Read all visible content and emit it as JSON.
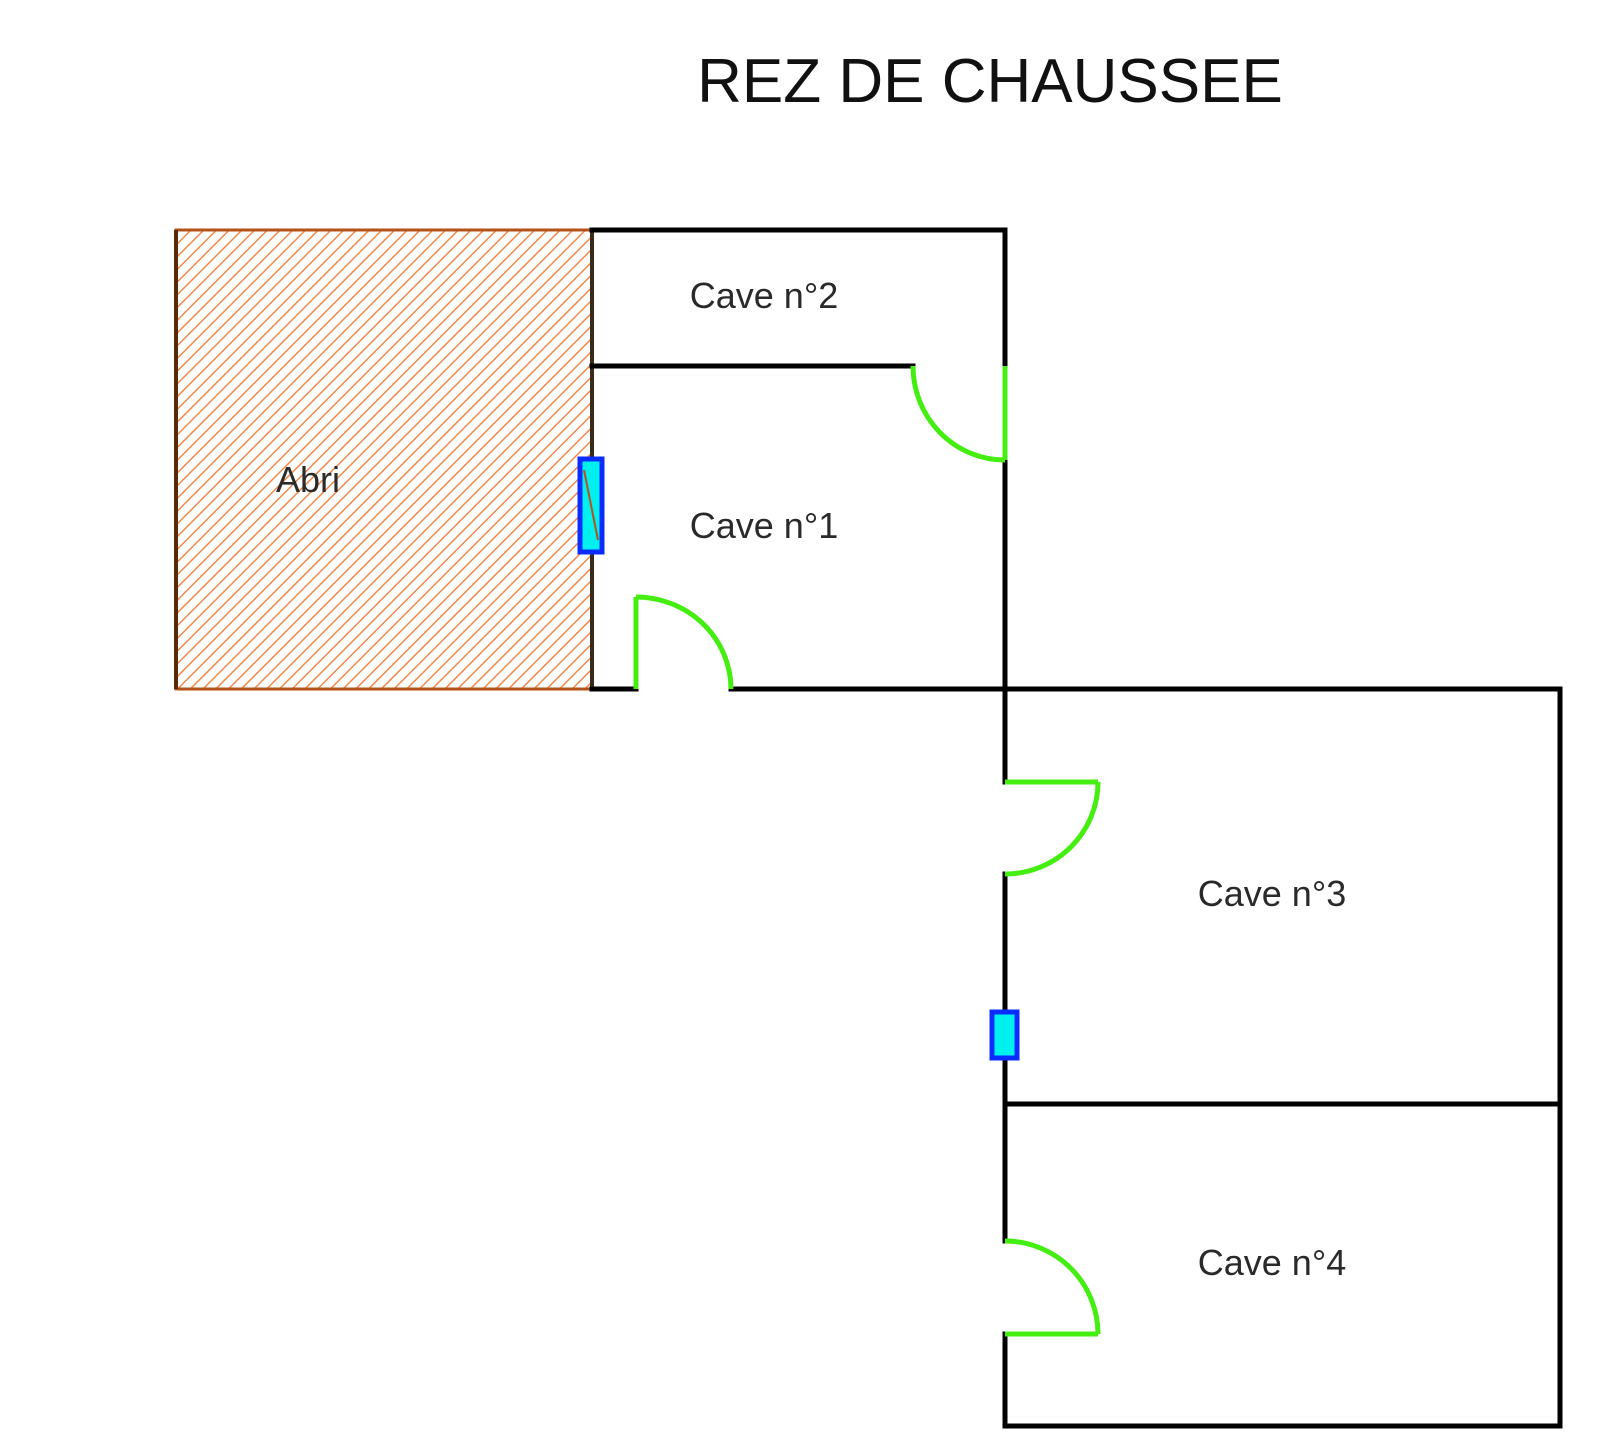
{
  "title": "REZ DE CHAUSSEE",
  "rooms": {
    "abri": "Abri",
    "cave2": "Cave n°2",
    "cave1": "Cave n°1",
    "cave3": "Cave n°3",
    "cave4": "Cave n°4"
  },
  "colors": {
    "wall": "#000000",
    "door": "#44ee11",
    "window_fill": "#00f0f0",
    "window_stroke": "#0a2cff",
    "hatch": "#f08a4b"
  }
}
